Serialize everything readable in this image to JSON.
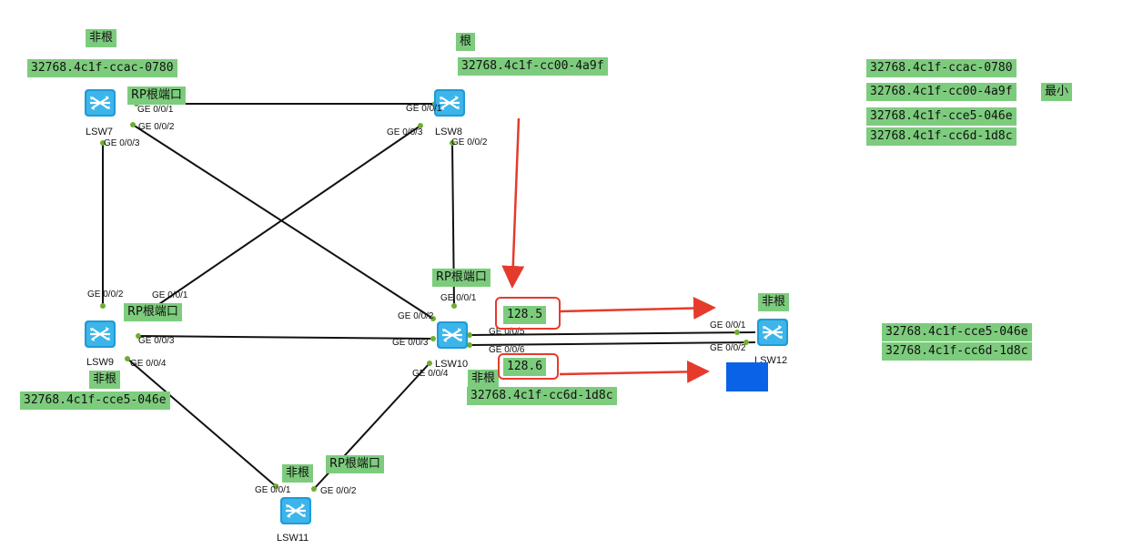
{
  "switches": [
    {
      "id": "LSW7",
      "label": "LSW7"
    },
    {
      "id": "LSW8",
      "label": "LSW8"
    },
    {
      "id": "LSW9",
      "label": "LSW9"
    },
    {
      "id": "LSW10",
      "label": "LSW10"
    },
    {
      "id": "LSW11",
      "label": "LSW11"
    },
    {
      "id": "LSW12",
      "label": "LSW12"
    }
  ],
  "tags": {
    "lsw7_role": "非根",
    "lsw7_id": "32768.4c1f-ccac-0780",
    "lsw7_rp": "RP根端口",
    "lsw8_role": "根",
    "lsw8_id": "32768.4c1f-cc00-4a9f",
    "lsw9_rp": "RP根端口",
    "lsw9_role": "非根",
    "lsw9_id": "32768.4c1f-cce5-046e",
    "lsw10_rp": "RP根端口",
    "lsw10_role": "非根",
    "lsw10_id": "32768.4c1f-cc6d-1d8c",
    "lsw11_role": "非根",
    "lsw11_rp": "RP根端口",
    "lsw12_role": "非根",
    "port_id_1": "128.5",
    "port_id_2": "128.6"
  },
  "ports": {
    "lsw7_g1": "GE 0/0/1",
    "lsw7_g2": "GE 0/0/2",
    "lsw7_g3": "GE 0/0/3",
    "lsw8_g1": "GE 0/0/1",
    "lsw8_g2": "GE 0/0/2",
    "lsw8_g3": "GE 0/0/3",
    "lsw9_g2": "GE 0/0/2",
    "lsw9_g1": "GE 0/0/1",
    "lsw9_g3": "GE 0/0/3",
    "lsw9_g4": "GE 0/0/4",
    "lsw10_g1": "GE 0/0/1",
    "lsw10_g2": "GE 0/0/2",
    "lsw10_g3": "GE 0/0/3",
    "lsw10_g4": "GE 0/0/4",
    "lsw10_g5": "GE 0/0/5",
    "lsw10_g6": "GE 0/0/6",
    "lsw11_g1": "GE 0/0/1",
    "lsw11_g2": "GE 0/0/2",
    "lsw12_g1": "GE 0/0/1",
    "lsw12_g2": "GE 0/0/2"
  },
  "bridge_list": {
    "ids": [
      "32768.4c1f-ccac-0780",
      "32768.4c1f-cc00-4a9f",
      "32768.4c1f-cce5-046e",
      "32768.4c1f-cc6d-1d8c"
    ],
    "min_label": "最小"
  },
  "lsw12_list": [
    "32768.4c1f-cce5-046e",
    "32768.4c1f-cc6d-1d8c"
  ],
  "colors": {
    "tag_bg": "#7dcc7d",
    "arrow": "#e53b2c",
    "link": "#111111",
    "switch": "#29a9e0",
    "port_dot": "#6fae2f",
    "block": "#0a63e6"
  }
}
